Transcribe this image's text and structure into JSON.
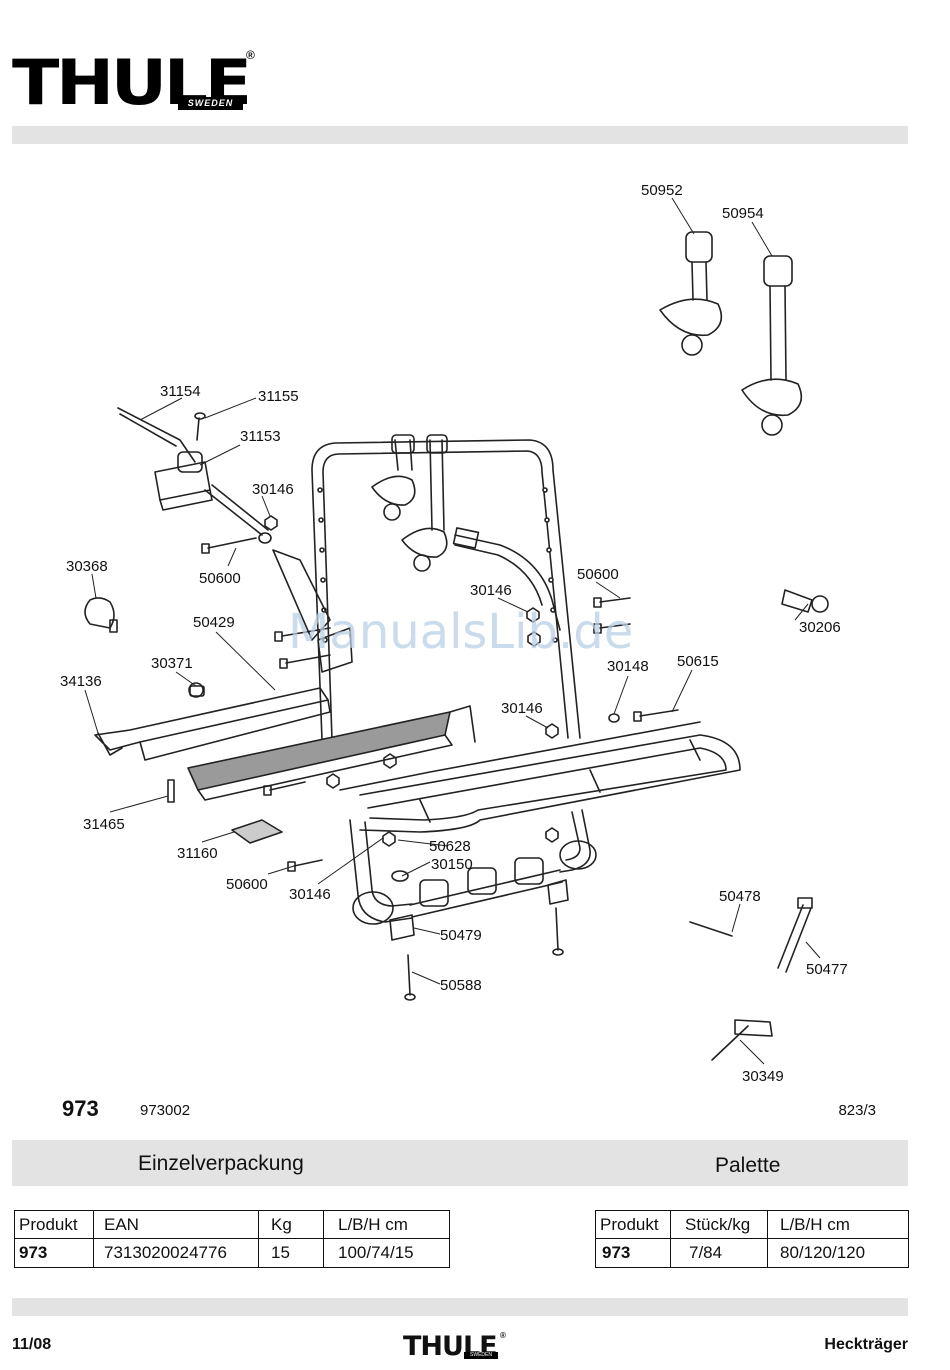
{
  "brand": {
    "name": "THULE",
    "sub": "SWEDEN",
    "reg": "®"
  },
  "watermark": "ManualsLib.de",
  "parts": [
    "50952",
    "50954",
    "31154",
    "31155",
    "31153",
    "30146",
    "30368",
    "50600",
    "30146",
    "50600",
    "30206",
    "50429",
    "30371",
    "34136",
    "30148",
    "50615",
    "30146",
    "31465",
    "31160",
    "50628",
    "30150",
    "50600",
    "30146",
    "50479",
    "50588",
    "50478",
    "50477",
    "30349"
  ],
  "model": {
    "number": "973",
    "code": "973002",
    "ref": "823/3"
  },
  "sections": {
    "single": "Einzelverpackung",
    "pallet": "Palette"
  },
  "table_single": {
    "headers": [
      "Produkt",
      "EAN",
      "Kg",
      "L/B/H cm"
    ],
    "row": [
      "973",
      "7313020024776",
      "15",
      "100/74/15"
    ]
  },
  "table_pallet": {
    "headers": [
      "Produkt",
      "Stück/kg",
      "L/B/H cm"
    ],
    "row": [
      "973",
      "7/84",
      "80/120/120"
    ]
  },
  "footer": {
    "date": "11/08",
    "title": "Heckträger"
  }
}
